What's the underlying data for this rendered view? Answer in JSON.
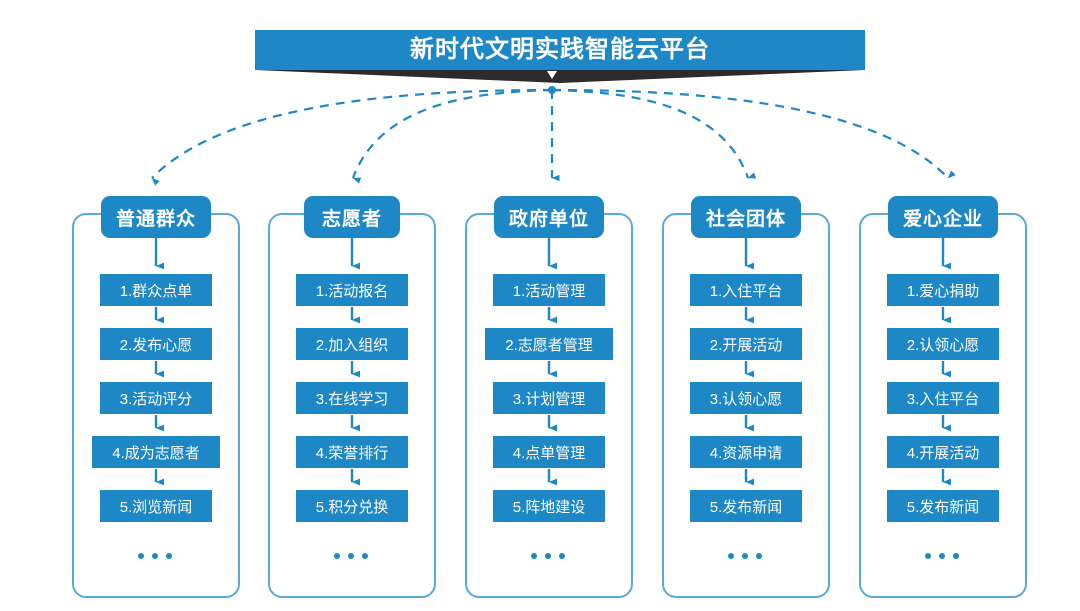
{
  "colors": {
    "primary_blue": "#1e88c7",
    "outline_blue": "#5aa9da",
    "banner_triangle_dark": "#2b2b2b",
    "text_white": "#ffffff",
    "background": "#ffffff"
  },
  "header": {
    "title": "新时代文明实践智能云平台",
    "chevron_icon": "chevron-down-icon"
  },
  "ellipsis_label": "• • •",
  "columns": [
    {
      "id": "public",
      "title": "普通群众",
      "items": [
        "1.群众点单",
        "2.发布心愿",
        "3.活动评分",
        "4.成为志愿者",
        "5.浏览新闻"
      ]
    },
    {
      "id": "volunteer",
      "title": "志愿者",
      "items": [
        "1.活动报名",
        "2.加入组织",
        "3.在线学习",
        "4.荣誉排行",
        "5.积分兑换"
      ]
    },
    {
      "id": "government",
      "title": "政府单位",
      "items": [
        "1.活动管理",
        "2.志愿者管理",
        "3.计划管理",
        "4.点单管理",
        "5.阵地建设"
      ]
    },
    {
      "id": "social-group",
      "title": "社会团体",
      "items": [
        "1.入住平台",
        "2.开展活动",
        "3.认领心愿",
        "4.资源申请",
        "5.发布新闻"
      ]
    },
    {
      "id": "enterprise",
      "title": "爱心企业",
      "items": [
        "1.爱心捐助",
        "2.认领心愿",
        "3.入住平台",
        "4.开展活动",
        "5.发布新闻"
      ]
    }
  ]
}
